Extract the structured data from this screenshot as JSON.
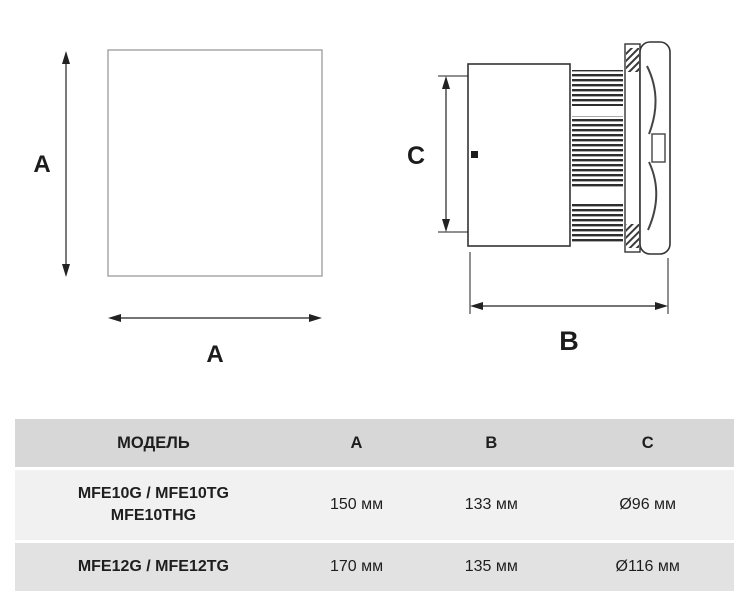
{
  "diagram": {
    "front_view": {
      "height_label": "A",
      "width_label": "A"
    },
    "side_view": {
      "diameter_label": "C",
      "depth_label": "B"
    }
  },
  "table": {
    "headers": {
      "model": "МОДЕЛЬ",
      "a": "A",
      "b": "B",
      "c": "C"
    },
    "rows": [
      {
        "model_line1": "MFE10G / MFE10TG",
        "model_line2": "MFE10THG",
        "a": "150 мм",
        "b": "133 мм",
        "c": "Ø96 мм"
      },
      {
        "model_line1": "MFE12G / MFE12TG",
        "a": "170 мм",
        "b": "135 мм",
        "c": "Ø116 мм"
      }
    ]
  },
  "colors": {
    "header_bg": "#d7d7d7",
    "row_light_bg": "#f1f1f1",
    "row_mid_bg": "#e2e2e2",
    "line_color": "#2b2b2b"
  }
}
